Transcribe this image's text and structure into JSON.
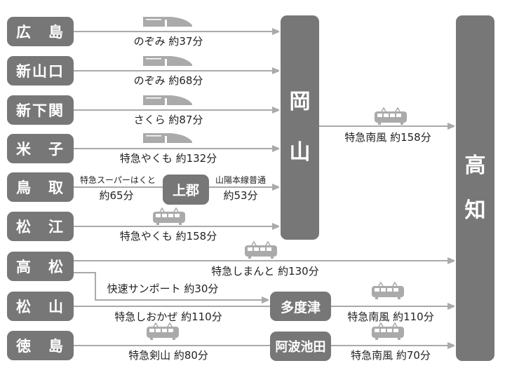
{
  "origins": [
    "広　島",
    "新山口",
    "新下関",
    "米　子",
    "鳥　取",
    "松　江",
    "高　松",
    "松　山",
    "徳　島"
  ],
  "hubs": {
    "okayama": [
      "岡",
      "山"
    ],
    "kochi": [
      "高",
      "知"
    ]
  },
  "transfers": {
    "kamigori": "上郡",
    "tadotsu": "多度津",
    "awaikeda": "阿波池田"
  },
  "routes": {
    "hiroshima": "のぞみ 約37分",
    "shinyamaguchi": "のぞみ 約68分",
    "shimonoseki": "さくら 約87分",
    "yonago": "特急やくも 約132分",
    "tottori_1_train": "特急スーパーはくと",
    "tottori_1_time": "約65分",
    "tottori_2_train": "山陽本線普通",
    "tottori_2_time": "約53分",
    "matsue": "特急やくも 約158分",
    "okayama_kochi": "特急南風 約158分",
    "takamatsu": "特急しまんと 約130分",
    "takamatsu_tadotsu": "快速サンポート 約30分",
    "matsuyama": "特急しおかぜ 約110分",
    "tadotsu_kochi": "特急南風 約110分",
    "tokushima": "特急剣山 約80分",
    "awaikeda_kochi": "特急南風 約70分"
  },
  "colors": {
    "box": "#777777",
    "line": "#aaaaaa",
    "icon": "#aaaaaa"
  }
}
